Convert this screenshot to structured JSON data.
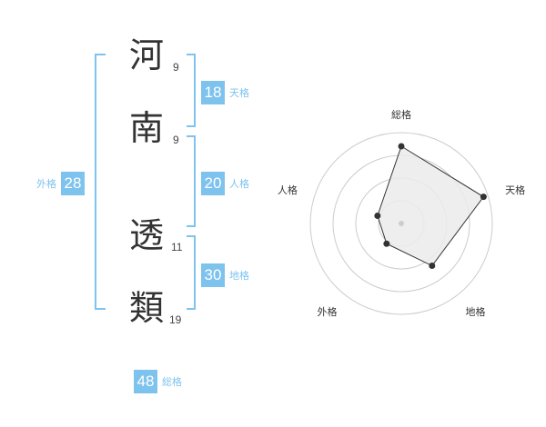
{
  "name": {
    "chars": [
      {
        "char": "河",
        "strokes": "9"
      },
      {
        "char": "南",
        "strokes": "9"
      },
      {
        "char": "透",
        "strokes": "11"
      },
      {
        "char": "類",
        "strokes": "19"
      }
    ]
  },
  "fortune": {
    "tenkaku": {
      "value": "18",
      "label": "天格"
    },
    "jinkaku": {
      "value": "20",
      "label": "人格"
    },
    "chikaku": {
      "value": "30",
      "label": "地格"
    },
    "gaikaku": {
      "value": "28",
      "label": "外格"
    },
    "soukaku": {
      "value": "48",
      "label": "総格"
    }
  },
  "colors": {
    "accent": "#7ec3ee",
    "radar_fill": "#ebebeb",
    "radar_line": "#333333",
    "ring": "#cccccc"
  },
  "chart_data": {
    "type": "radar",
    "axes": [
      "総格",
      "天格",
      "地格",
      "外格",
      "人格"
    ],
    "levels": 4,
    "values": [
      3.4,
      3.8,
      2.3,
      1.1,
      1.1
    ]
  }
}
